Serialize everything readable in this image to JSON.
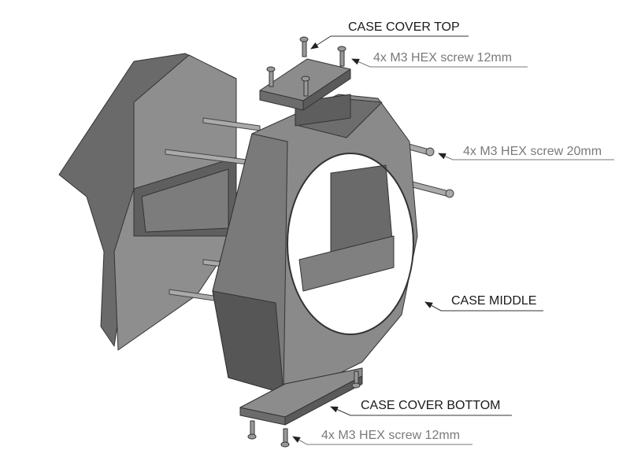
{
  "labels": {
    "cover_top": "CASE COVER TOP",
    "screw_top": "4x M3 HEX screw 12mm",
    "screw_middle": "4x M3 HEX screw 20mm",
    "case_middle": "CASE MIDDLE",
    "cover_bottom": "CASE COVER BOTTOM",
    "screw_bottom": "4x M3 HEX screw 12mm"
  },
  "colors": {
    "part_light": "#8e8e8e",
    "part_mid": "#777777",
    "part_dark": "#5e5e5e",
    "label_main": "#1a1a1a",
    "label_sub": "#7a7a7a"
  }
}
